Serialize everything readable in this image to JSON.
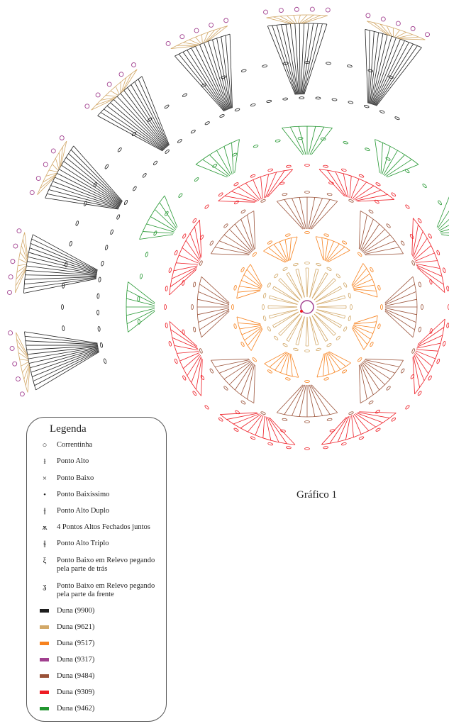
{
  "caption": "Gráfico 1",
  "legend": {
    "title": "Legenda",
    "stitches": [
      {
        "symbol": "○",
        "icon": "chain-stitch-icon",
        "label": "Correntinha"
      },
      {
        "symbol": "ł",
        "icon": "double-crochet-icon",
        "label": "Ponto Alto"
      },
      {
        "symbol": "×",
        "icon": "single-crochet-icon",
        "label": "Ponto Baixo"
      },
      {
        "symbol": "•",
        "icon": "slip-stitch-icon",
        "label": "Ponto Baixíssimo"
      },
      {
        "symbol": "⫲",
        "icon": "treble-crochet-icon",
        "label": "Ponto Alto Duplo"
      },
      {
        "symbol": "ѫ",
        "icon": "dc4tog-icon",
        "label": "4 Pontos Altos Fechados juntos"
      },
      {
        "symbol": "⫳",
        "icon": "double-treble-icon",
        "label": "Ponto Alto Triplo"
      },
      {
        "symbol": "ξ",
        "icon": "back-post-sc-icon",
        "label": "Ponto Baixo em Relevo pegando pela parte de trás"
      },
      {
        "symbol": "ʓ",
        "icon": "front-post-sc-icon",
        "label": "Ponto Baixo em Relevo pegando pela parte da frente"
      }
    ],
    "colors": [
      {
        "label": "Duna (9900)",
        "color": "#1e1e1e"
      },
      {
        "label": "Duna (9621)",
        "color": "#d2a868"
      },
      {
        "label": "Duna (9517)",
        "color": "#f7821e"
      },
      {
        "label": "Duna (9317)",
        "color": "#a1408f"
      },
      {
        "label": "Duna (9484)",
        "color": "#9a5238"
      },
      {
        "label": "Duna (9309)",
        "color": "#ee1c24"
      },
      {
        "label": "Duna (9462)",
        "color": "#22962f"
      }
    ]
  }
}
